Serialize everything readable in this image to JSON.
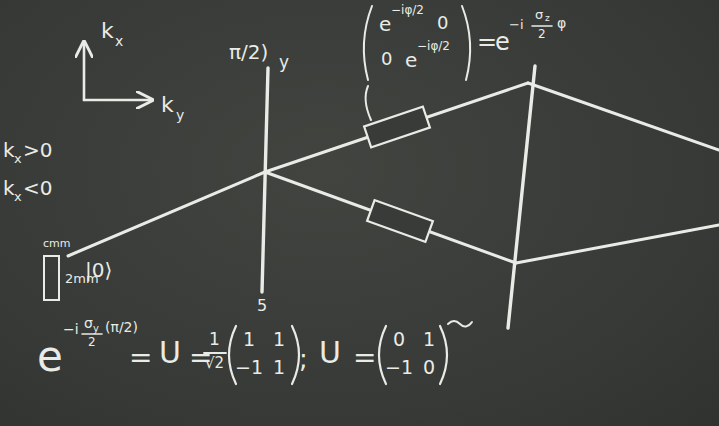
{
  "diagram": {
    "labels": [
      "k",
      "x",
      "k",
      "y",
      "k",
      "x",
      ">0",
      "k",
      "x",
      "<0",
      "cmm",
      "2mm",
      "|0⟩",
      "π/2)",
      "y",
      "5",
      "e",
      "−iφ/2",
      "0",
      "0",
      "e",
      "−iφ/2",
      "=",
      "e",
      "−i",
      "σ",
      "z",
      "2",
      "φ",
      "e",
      "−i",
      "σ",
      "y",
      "2",
      "(π/2)",
      "=",
      "U",
      "=",
      "1",
      "√2",
      "1",
      "1",
      "−1",
      "1",
      ";",
      "U",
      "=",
      "0",
      "1",
      "−1",
      "0"
    ]
  }
}
